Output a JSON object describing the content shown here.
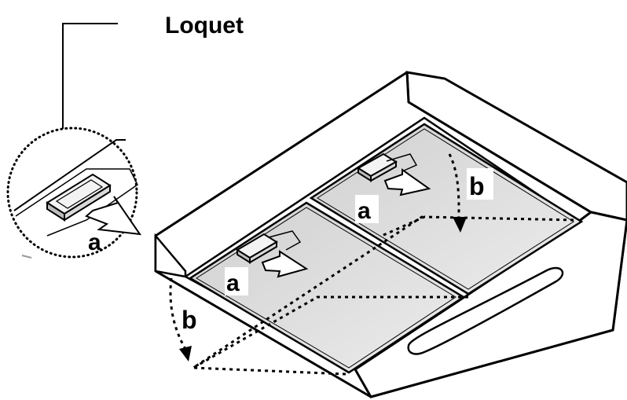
{
  "title": "Loquet",
  "labels": {
    "a_inset": "a",
    "a_right": "a",
    "a_left": "a",
    "b_right": "b",
    "b_left": "b"
  },
  "colors": {
    "ink": "#000000",
    "filter_fill": "#dcdcdc",
    "background": "#ffffff"
  }
}
